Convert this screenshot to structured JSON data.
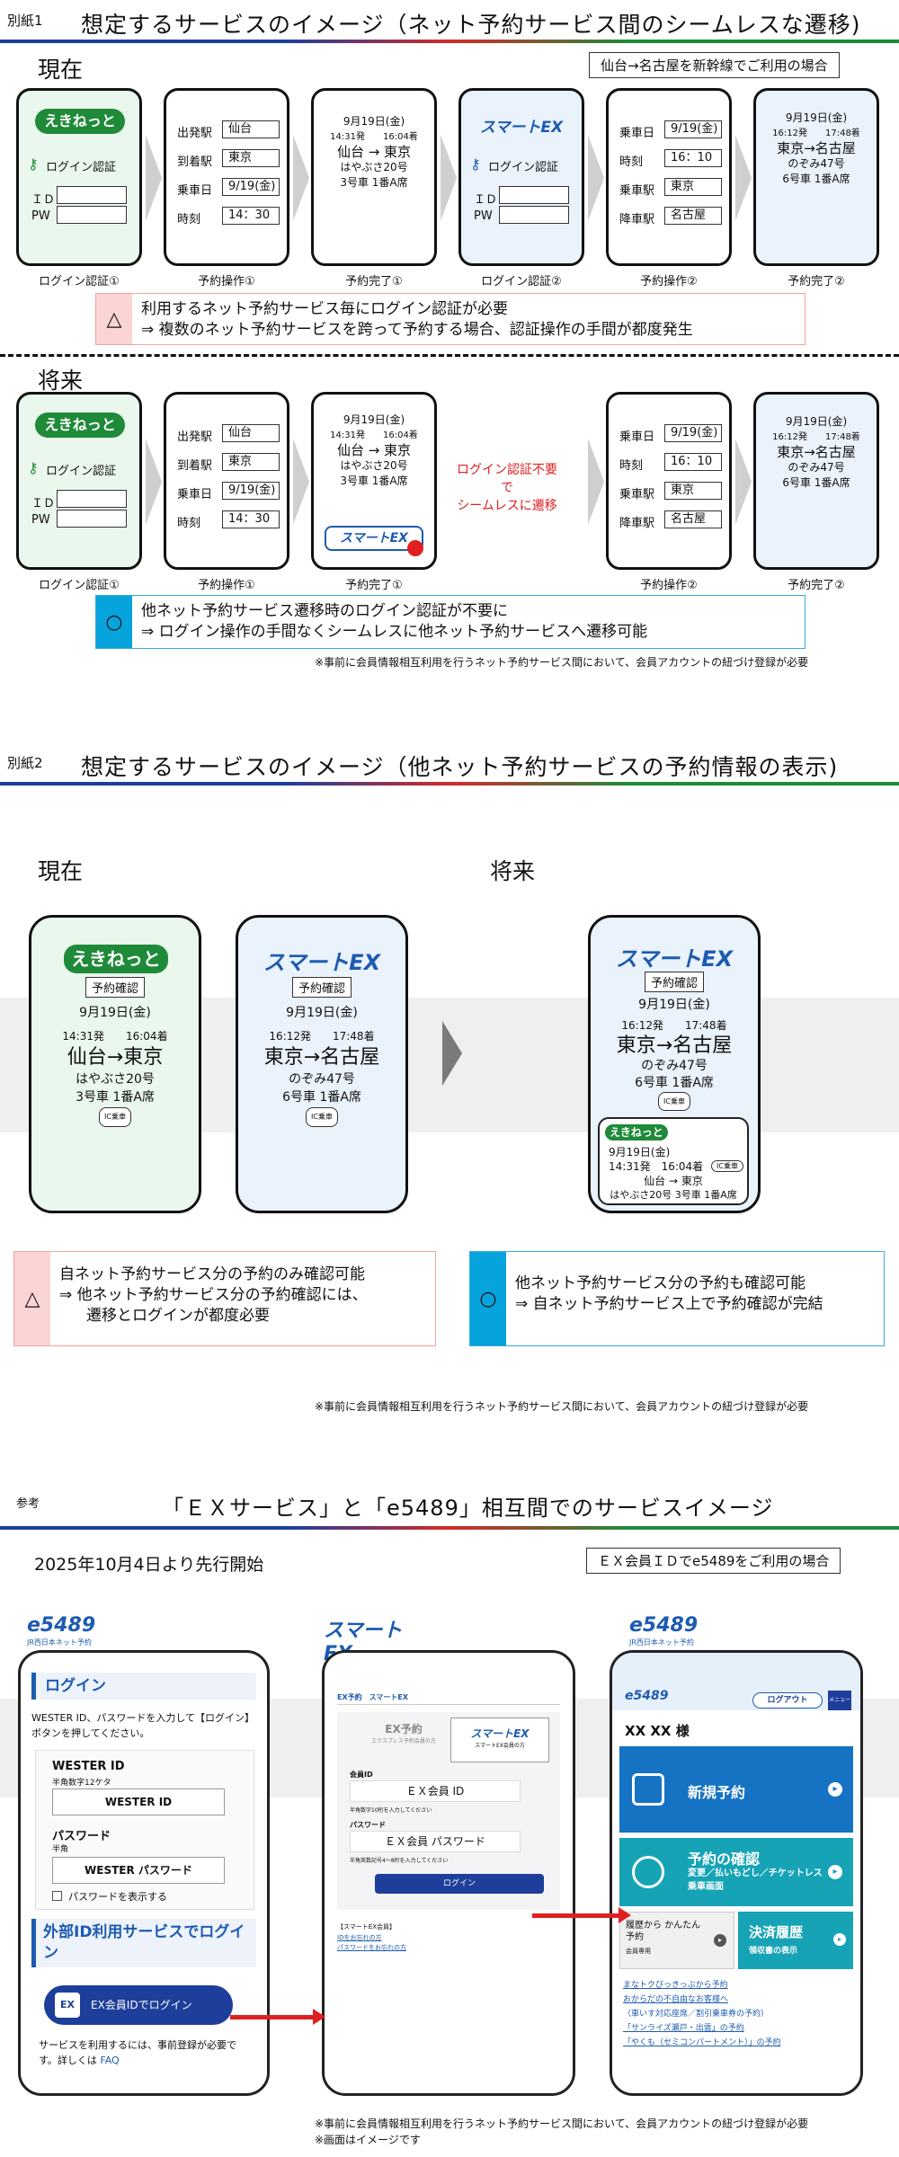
{
  "s1": {
    "tag": "別紙1",
    "title": "想定するサービスのイメージ（ネット予約サービス間のシームレスな遷移)",
    "now": "現在",
    "note": "仙台→名古屋を新幹線でご利用の場合",
    "future": "将来"
  },
  "eki_logo": "えきねっと",
  "smart_logo": "スマートEX",
  "login": {
    "title": "ログイン認証",
    "id": "ＩＤ",
    "pw": "PW"
  },
  "op1": {
    "r1l": "出発駅",
    "r1v": "仙台",
    "r2l": "到着駅",
    "r2v": "東京",
    "r3l": "乗車日",
    "r3v": "9/19(金)",
    "r4l": "時刻",
    "r4v": "14：30"
  },
  "done1": {
    "date": "9月19日(金)",
    "times": "14:31発　　16:04着",
    "route": "仙台 → 東京",
    "train": "はやぶさ20号",
    "seat": "3号車 1番A席"
  },
  "op2": {
    "r1l": "乗車日",
    "r1v": "9/19(金)",
    "r2l": "時刻",
    "r2v": "16：10",
    "r3l": "乗車駅",
    "r3v": "東京",
    "r4l": "降車駅",
    "r4v": "名古屋"
  },
  "done2": {
    "date": "9月19日(金)",
    "times": "16:12発　　17:48着",
    "route": "東京→名古屋",
    "train": "のぞみ47号",
    "seat": "6号車 1番A席"
  },
  "caps": {
    "c1": "ログイン認証①",
    "c2": "予約操作①",
    "c3": "予約完了①",
    "c4": "ログイン認証②",
    "c5": "予約操作②",
    "c6": "予約完了②"
  },
  "warn1": {
    "sym": "△",
    "l1": "利用するネット予約サービス毎にログイン認証が必要",
    "l2": "⇒  複数のネット予約サービスを跨って予約する場合、認証操作の手間が都度発生"
  },
  "seam": {
    "l1": "ログイン認証不要で",
    "l2": "シームレスに遷移"
  },
  "ok1": {
    "sym": "○",
    "l1": "他ネット予約サービス遷移時のログイン認証が不要に",
    "l2": "⇒  ログイン操作の手間なくシームレスに他ネット予約サービスへ遷移可能"
  },
  "footnote": "※事前に会員情報相互利用を行うネット予約サービス間において、会員アカウントの紐づけ登録が必要",
  "s2": {
    "tag": "別紙2",
    "title": "想定するサービスのイメージ（他ネット予約サービスの予約情報の表示)",
    "now": "現在",
    "future": "将来"
  },
  "kakunin": "予約確認",
  "ic": "IC乗車",
  "card1": {
    "date": "9月19日(金)",
    "times": "14:31発　　16:04着",
    "route": "仙台→東京",
    "train": "はやぶさ20号",
    "seat": "3号車 1番A席"
  },
  "card2": {
    "date": "9月19日(金)",
    "times": "16:12発　　17:48着",
    "route": "東京→名古屋",
    "train": "のぞみ47号",
    "seat": "6号車 1番A席"
  },
  "sub": {
    "date": "9月19日(金)",
    "times": "14:31発　16:04着",
    "route": "仙台 → 東京",
    "train": "はやぶさ20号 3号車 1番A席"
  },
  "warn2": {
    "sym": "△",
    "l1": "自ネット予約サービス分の予約のみ確認可能",
    "l2": "⇒  他ネット予約サービス分の予約確認には、",
    "l3": "遷移とログインが都度必要"
  },
  "ok2": {
    "sym": "○",
    "l1": "他ネット予約サービス分の予約も確認可能",
    "l2": "⇒  自ネット予約サービス上で予約確認が完結"
  },
  "s3": {
    "tag": "参考",
    "title": "「ＥＸサービス」と「e5489」相互間でのサービスイメージ",
    "start": "2025年10月4日より先行開始",
    "note": "ＥＸ会員ＩＤでe5489をご利用の場合"
  },
  "e5489": {
    "logo": "e5489",
    "sub": "JR西日本ネット予約",
    "login": "ログイン",
    "desc": "WESTER ID、パスワードを入力して【ログイン】ボタンを押してください。",
    "idlbl": "WESTER ID",
    "idsub": "半角数字12ケタ",
    "idbox": "WESTER ID",
    "pwlbl": "パスワード",
    "pwsub": "半角",
    "pwbox": "WESTER パスワード",
    "show": "パスワードを表示する",
    "ext": "外部ID利用サービスでログイン",
    "exbtn": "EX会員IDでログイン",
    "pre": "サービスを利用するには、事前登録が必要です。詳しくは",
    "faq": "FAQ"
  },
  "exs": {
    "logo": "スマートEX",
    "tab1": "EX予約",
    "tab2": "スマートEX",
    "tab1s": "エクスプレス予約会員の方",
    "tab2s": "スマートEX会員の方",
    "idl": "会員ID",
    "idph": "ＥＸ会員 ID",
    "idhint": "半角数字10桁を入力してください",
    "pwl": "パスワード",
    "pwph": "ＥＸ会員 パスワード",
    "pwhint": "半角英数記号4〜8桁を入力してください",
    "btn": "ログイン",
    "hdr": "【スマートEX会員】",
    "f1": "IDをお忘れの方",
    "f2": "パスワードをお忘れの方"
  },
  "e3": {
    "logout": "ログアウト",
    "menu": "メニュー",
    "user": "XX XX 様",
    "t1": "新規予約",
    "t2": "予約の確認",
    "t2s": "変更／払いもどし／チケットレス乗車画面",
    "t3": "履歴から かんたん予約",
    "t3s": "会員専用",
    "t4": "決済履歴",
    "t4s": "領収書の表示",
    "l1": "まなトクびっきっぷから予約",
    "l2": "おからだの不自由なお客様へ",
    "l2s": "（車いす対応座席／割引乗車券の予約）",
    "l3": "「サンライズ瀬戸・出雲」の予約",
    "l4": "「やくも（セミコンパートメント）」の予約"
  },
  "end1": "※事前に会員情報相互利用を行うネット予約サービス間において、会員アカウントの紐づけ登録が必要",
  "end2": "※画面はイメージです"
}
